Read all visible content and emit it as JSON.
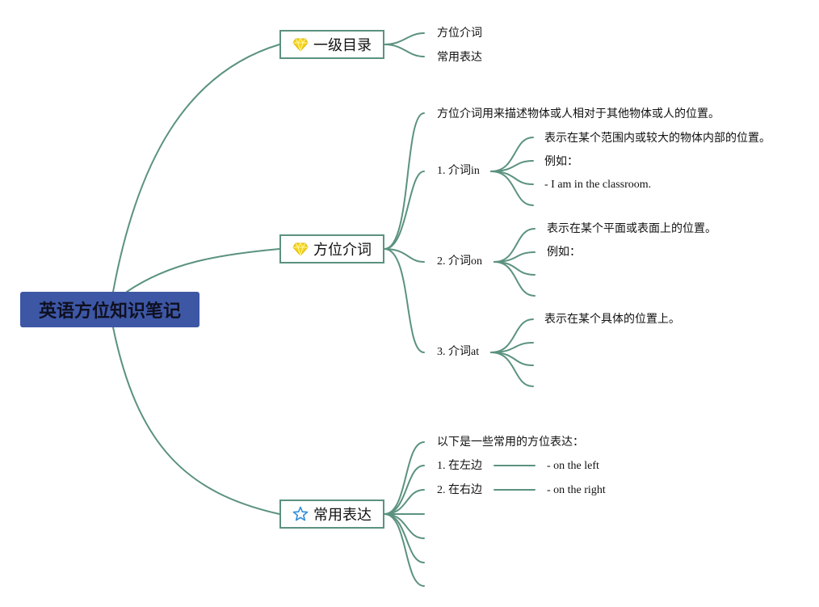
{
  "root": {
    "title": "英语方位知识笔记"
  },
  "branches": {
    "toc": {
      "label": "一级目录",
      "icon": "diamond-icon",
      "items": [
        "方位介词",
        "常用表达"
      ]
    },
    "prepositions": {
      "label": "方位介词",
      "icon": "diamond-icon",
      "intro": "方位介词用来描述物体或人相对于其他物体或人的位置。",
      "in": {
        "label": "1. 介词in",
        "desc": "表示在某个范围内或较大的物体内部的位置。",
        "example_label": "例如：",
        "example": "- I am in the classroom."
      },
      "on": {
        "label": "2. 介词on",
        "desc": "表示在某个平面或表面上的位置。",
        "example_label": "例如："
      },
      "at": {
        "label": "3. 介词at",
        "desc": "表示在某个具体的位置上。"
      }
    },
    "expressions": {
      "label": "常用表达",
      "icon": "star-icon",
      "intro": "以下是一些常用的方位表达：",
      "left": {
        "label": "1. 在左边",
        "translation": "- on the left"
      },
      "right": {
        "label": "2. 在右边",
        "translation": "- on the right"
      }
    }
  },
  "colors": {
    "root_fill": "#3d57a5",
    "link": "#5b927f",
    "diamond": "#f5d21c",
    "star": "#2f8fd8"
  }
}
